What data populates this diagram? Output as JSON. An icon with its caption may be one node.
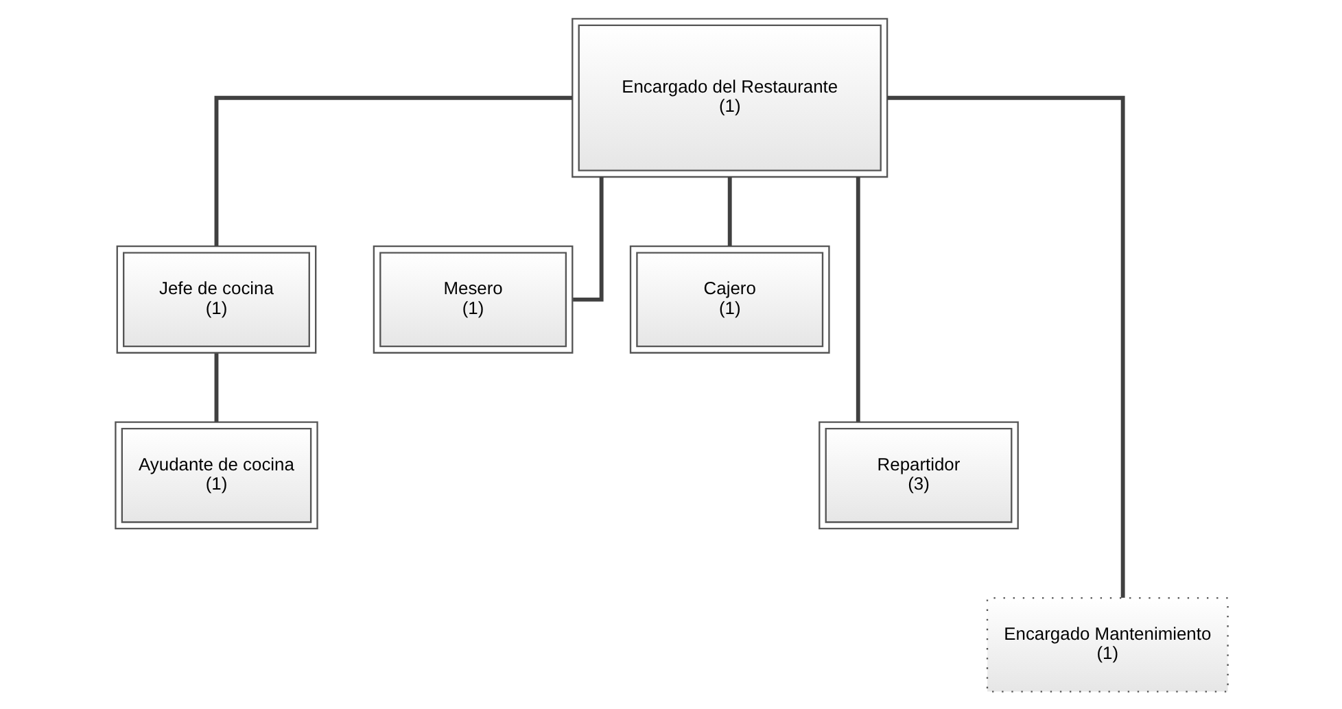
{
  "diagram": {
    "nodes": [
      {
        "text": [
          "Encargado del Restaurante",
          "(1)"
        ]
      },
      {
        "text": [
          "Jefe de cocina",
          "(1)"
        ]
      },
      {
        "text": [
          "Mesero",
          "(1)"
        ]
      },
      {
        "text": [
          "Cajero",
          "(1)"
        ]
      },
      {
        "text": [
          "Ayudante de cocina",
          "(1)"
        ]
      },
      {
        "text": [
          "Repartidor",
          "(3)"
        ]
      },
      {
        "text": [
          "Encargado Mantenimiento",
          "(1)"
        ]
      }
    ],
    "edges": [
      {
        "from": 0,
        "to": 1,
        "arrow": "none"
      },
      {
        "from": 0,
        "to": 2,
        "arrow": "none"
      },
      {
        "from": 0,
        "to": 3,
        "arrow": "none"
      },
      {
        "from": 0,
        "to": 5,
        "arrow": "none"
      },
      {
        "from": 0,
        "to": 6,
        "arrow": "none"
      },
      {
        "from": 1,
        "to": 4,
        "arrow": "none"
      }
    ]
  }
}
